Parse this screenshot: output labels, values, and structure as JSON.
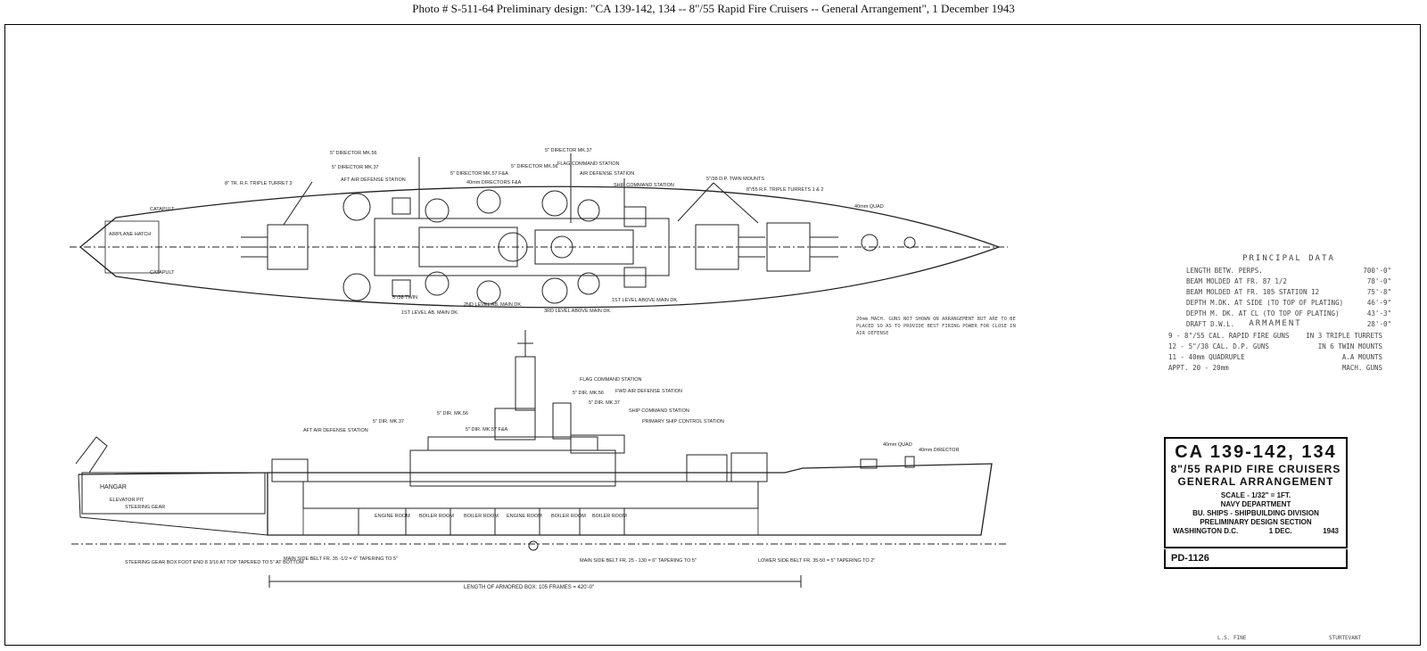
{
  "caption": "Photo # S-511-64   Preliminary design:  \"CA 139-142, 134 -- 8\"/55 Rapid Fire Cruisers -- General Arrangement\", 1 December 1943",
  "title_block": {
    "line1": "CA 139-142, 134",
    "line2": "8\"/55 RAPID FIRE CRUISERS",
    "line3": "GENERAL ARRANGEMENT",
    "scale": "SCALE - 1/32\" = 1FT.",
    "dept": "NAVY DEPARTMENT",
    "bureau": "BU. SHIPS - SHIPBUILDING DIVISION",
    "section": "PRELIMINARY DESIGN SECTION",
    "city": "WASHINGTON D.C.",
    "date": "1 DEC.",
    "year": "1943",
    "drawing_no": "PD-1126"
  },
  "principal_data": {
    "heading": "PRINCIPAL DATA",
    "rows": [
      {
        "label": "LENGTH BETW. PERPS.",
        "value": "700'-0\""
      },
      {
        "label": "BEAM MOLDED AT FR. 87 1/2",
        "value": "78'-0\""
      },
      {
        "label": "BEAM MOLDED AT FR. 105  STATION 12",
        "value": "75'-8\""
      },
      {
        "label": "DEPTH M.DK. AT SIDE (TO TOP OF PLATING)",
        "value": "46'-9\""
      },
      {
        "label": "DEPTH M. DK. AT CL (TO TOP OF PLATING)",
        "value": "43'-3\""
      },
      {
        "label": "DRAFT  D.W.L.",
        "value": "28'-0\""
      }
    ]
  },
  "armament": {
    "heading": "ARMAMENT",
    "rows": [
      {
        "label": "9 - 8\"/55 CAL. RAPID FIRE GUNS",
        "value": "IN 3 TRIPLE TURRETS"
      },
      {
        "label": "12 - 5\"/38 CAL. D.P. GUNS",
        "value": "IN 6 TWIN MOUNTS"
      },
      {
        "label": "11 - 40mm QUADRUPLE",
        "value": "A.A MOUNTS"
      },
      {
        "label": "APPT. 20 - 20mm",
        "value": "MACH. GUNS"
      }
    ]
  },
  "note": "20mm MACH. GUNS NOT SHOWN ON ARRANGEMENT BUT ARE TO BE PLACED SO AS TO PROVIDE BEST FIRING POWER FOR CLOSE IN AIR DEFENSE",
  "plan_labels": {
    "aft_turret": "8\" TR. R.F. TRIPLE TURRET 3",
    "dir_mk56_aft": "5\" DIRECTOR MK.56",
    "dir_mk37_aft": "5\" DIRECTOR MK.37",
    "aft_air_def": "AFT AIR DEFENSE STATION",
    "dir_mk57": "5\" DIRECTOR MK.57 F&A",
    "dir_40mm": "40mm DIRECTORS F&A",
    "dir_mk56_fwd": "5\" DIRECTOR MK.56",
    "dir_mk37_fwd": "5\" DIRECTOR MK.37",
    "flag_cmd": "FLAG COMMAND STATION",
    "air_def": "AIR DEFENSE STATION",
    "ship_cmd": "SHIP COMMAND STATION",
    "twin_mounts": "5\"/38 D.P. TWIN MOUNTS",
    "fwd_turrets": "8\"/55 R.F. TRIPLE TURRETS 1 & 2",
    "mount_40mm": "40mm QUAD",
    "catapult_top": "CATAPULT",
    "catapult_bottom": "CATAPULT",
    "hatch": "AIRPLANE HATCH",
    "twin_38": "5\"/38 TWIN",
    "lvl2": "2ND LEVEL AB. MAIN DK.",
    "lvl1": "1ST LEVEL AB. MAIN DK.",
    "lvl1b": "1ST LEVEL ABOVE MAIN DK.",
    "lvl3": "3RD LEVEL ABOVE MAIN DK."
  },
  "profile_labels": {
    "hangar": "HANGAR",
    "elevator_pit": "ELEVATOR PIT",
    "steering_gear": "STEERING GEAR",
    "engine_room_1": "ENGINE ROOM",
    "boiler_room_1": "BOILER ROOM",
    "boiler_room_2": "BOILER ROOM",
    "engine_room_2": "ENGINE ROOM",
    "boiler_room_3": "BOILER ROOM",
    "boiler_room_4": "BOILER ROOM",
    "flag_cmd": "FLAG COMMAND STATION",
    "fwd_air_def": "FWD AIR DEFENSE STATION",
    "ship_cmd": "SHIP COMMAND STATION",
    "primary_ctrl": "PRIMARY SHIP CONTROL STATION",
    "aft_air_def": "AFT AIR DEFENSE STATION",
    "dir_mk37": "5\" DIR. MK.37",
    "dir_mk56": "5\" DIR. MK.56",
    "dir_mk56b": "5\" DIR. MK.56",
    "dir_mk37b": "5\" DIR. MK.37",
    "dir_mk57": "5\" DIR. MK.57 F&A",
    "quad_40": "40mm QUAD",
    "dir_40": "40mm DIRECTOR",
    "armored_box": "LENGTH OF ARMORED BOX: 105 FRAMES = 420'-0\"",
    "steering_note": "STEERING GEAR BOX FOOT END 8 3/16 AT TOP TAPERED TO 5\" AT BOTTOM",
    "main_belt": "MAIN SIDE BELT FR. 35 -1/2 = 6\" TAPERING TO 5\"",
    "main_belt_2": "MAIN SIDE BELT FR. 25 - 130 = 6\" TAPERING TO 5\"",
    "lower_belt": "LOWER SIDE BELT FR. 35-50 = 5\" TAPERING TO 2\""
  },
  "signatures": {
    "left": "L.S. FINE",
    "right": "STURTEVANT"
  }
}
